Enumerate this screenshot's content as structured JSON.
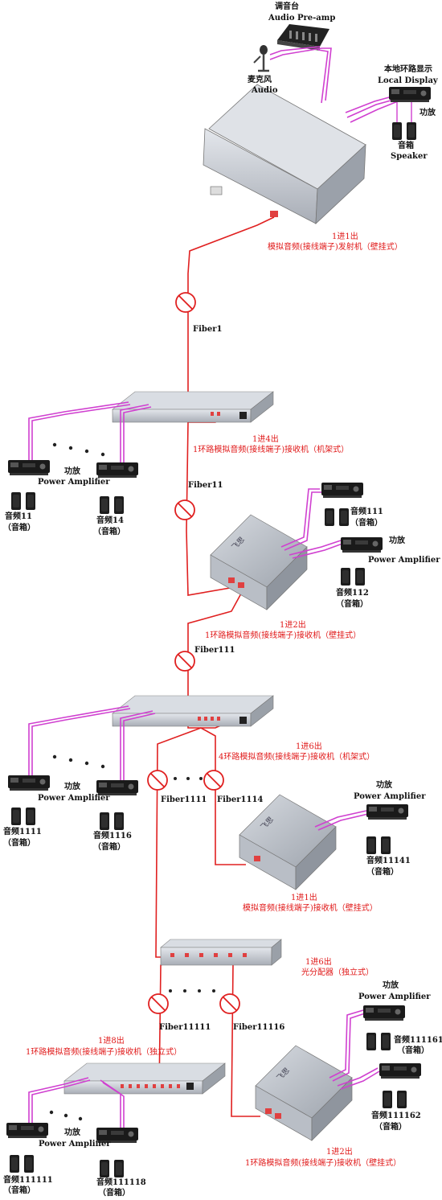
{
  "top": {
    "preamp_cn": "调音台",
    "preamp_en": "Audio Pre-amp",
    "mic_cn": "麦克风",
    "mic_en": "Audio",
    "display_cn": "本地环路显示",
    "display_en": "Local  Display",
    "amp_cn": "功放",
    "speaker_cn": "音箱",
    "speaker_en": "Speaker",
    "tx_line1": "1进1出",
    "tx_line2": "模拟音频(接线端子)发射机（壁挂式）"
  },
  "fibers": {
    "f1": "Fiber1",
    "f11": "Fiber11",
    "f111": "Fiber111",
    "f1111": "Fiber1111",
    "f1114": "Fiber1114",
    "f11111": "Fiber11111",
    "f11116": "Fiber11116"
  },
  "rx1": {
    "line1": "1进4出",
    "line2": "1环路模拟音频(接线端子)接收机（机架式）",
    "amp_cn": "功放",
    "amp_en": "Power Amplifier",
    "spk_a": "音频11",
    "spk_a_sub": "（音箱）",
    "spk_b": "音频14",
    "spk_b_sub": "（音箱）"
  },
  "rx2": {
    "line1": "1进2出",
    "line2": "1环路模拟音频(接线端子)接收机（壁挂式）",
    "spk_a": "音频111",
    "spk_a_sub": "（音箱）",
    "amp_cn": "功放",
    "amp_en": "Power Amplifier",
    "spk_b": "音频112",
    "spk_b_sub": "（音箱）"
  },
  "rx3": {
    "line1": "1进6出",
    "line2": "4环路模拟音频(接线端子)接收机（机架式）",
    "amp_cn": "功放",
    "amp_en": "Power Amplifier",
    "spk_a": "音频1111",
    "spk_a_sub": "（音箱）",
    "spk_b": "音频1116",
    "spk_b_sub": "（音箱）"
  },
  "rx4": {
    "line1": "1进1出",
    "line2": "模拟音频(接线端子)接收机（壁挂式）",
    "amp_cn": "功放",
    "amp_en": "Power Amplifier",
    "spk": "音频11141",
    "spk_sub": "（音箱）"
  },
  "splitter": {
    "line1": "1进6出",
    "line2": "光分配器（独立式）"
  },
  "rx5": {
    "line1": "1进8出",
    "line2": "1环路模拟音频(接线端子)接收机（独立式）",
    "amp_cn": "功放",
    "amp_en": "Power Amplifier",
    "spk_a": "音频111111",
    "spk_a_sub": "（音箱）",
    "spk_b": "音频111118",
    "spk_b_sub": "（音箱）"
  },
  "rx6": {
    "line1": "1进2出",
    "line2": "1环路模拟音频(接线端子)接收机（壁挂式）",
    "amp_cn": "功放",
    "amp_en": "Power Amplifier",
    "spk_a": "音频111161",
    "spk_a_sub": "（音箱）",
    "spk_b": "音频111162",
    "spk_b_sub": "（音箱）"
  },
  "colors": {
    "fiber": "#e02020",
    "cable": "#d040d0",
    "device": "#c8ccd2",
    "text_red": "#e01818"
  }
}
